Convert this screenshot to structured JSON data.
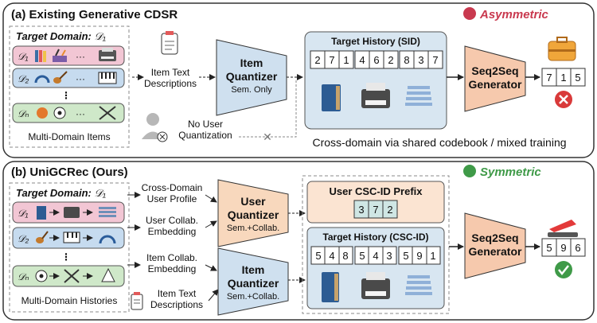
{
  "panel_a": {
    "title": "(a) Existing Generative CDSR",
    "badge": "Asymmetric",
    "badge_color": "#c9394f",
    "target_domain_label": "Target Domain:",
    "target_domain_symbol": "𝒟₁",
    "domains": [
      "𝒟₁",
      "𝒟₂",
      "𝒟ₙ"
    ],
    "multi_domain_label": "Multi-Domain Items",
    "item_text": [
      "Item Text",
      "Descriptions"
    ],
    "quantizer_title": [
      "Item",
      "Quantizer"
    ],
    "quantizer_sub": "Sem. Only",
    "no_user": [
      "No User",
      "Quantization"
    ],
    "history_title": "Target History (SID)",
    "history_codes": [
      [
        "2",
        "7",
        "1"
      ],
      [
        "4",
        "6",
        "2"
      ],
      [
        "8",
        "3",
        "7"
      ]
    ],
    "generator": [
      "Seq2Seq",
      "Generator"
    ],
    "output_codes": [
      "7",
      "1",
      "5"
    ],
    "footer": "Cross-domain via shared codebook / mixed training",
    "result_icon": "cross-icon"
  },
  "panel_b": {
    "title": "(b) UniGCRec (Ours)",
    "badge": "Symmetric",
    "badge_color": "#3f9a48",
    "target_domain_label": "Target Domain:",
    "target_domain_symbol": "𝒟₁",
    "domains": [
      "𝒟₁",
      "𝒟₂",
      "𝒟ₙ"
    ],
    "multi_domain_label": "Multi-Domain Histories",
    "inputs": [
      [
        "Cross-Domain",
        "User Profile"
      ],
      [
        "User Collab.",
        "Embedding"
      ],
      [
        "Item Collab.",
        "Embedding"
      ],
      [
        "Item Text",
        "Descriptions"
      ]
    ],
    "user_quantizer_title": [
      "User",
      "Quantizer"
    ],
    "user_quantizer_sub": "Sem.+Collab.",
    "item_quantizer_title": [
      "Item",
      "Quantizer"
    ],
    "item_quantizer_sub": "Sem.+Collab.",
    "prefix_title": "User CSC-ID Prefix",
    "prefix_codes": [
      "3",
      "7",
      "2"
    ],
    "history_title": "Target History (CSC-ID)",
    "history_codes": [
      [
        "5",
        "4",
        "8"
      ],
      [
        "5",
        "4",
        "3"
      ],
      [
        "5",
        "9",
        "1"
      ]
    ],
    "generator": [
      "Seq2Seq",
      "Generator"
    ],
    "output_codes": [
      "5",
      "9",
      "6"
    ],
    "result_icon": "check-icon"
  },
  "colors": {
    "item_quantizer": "#cfe0ef",
    "user_quantizer": "#f8d8bd",
    "generator": "#f6c9ad",
    "history_box": "#d8e6f1",
    "prefix_box": "#fbe4d2",
    "domain1": "#f2c6d4",
    "domain2": "#c6dbef",
    "domainN": "#cfe8c9"
  }
}
